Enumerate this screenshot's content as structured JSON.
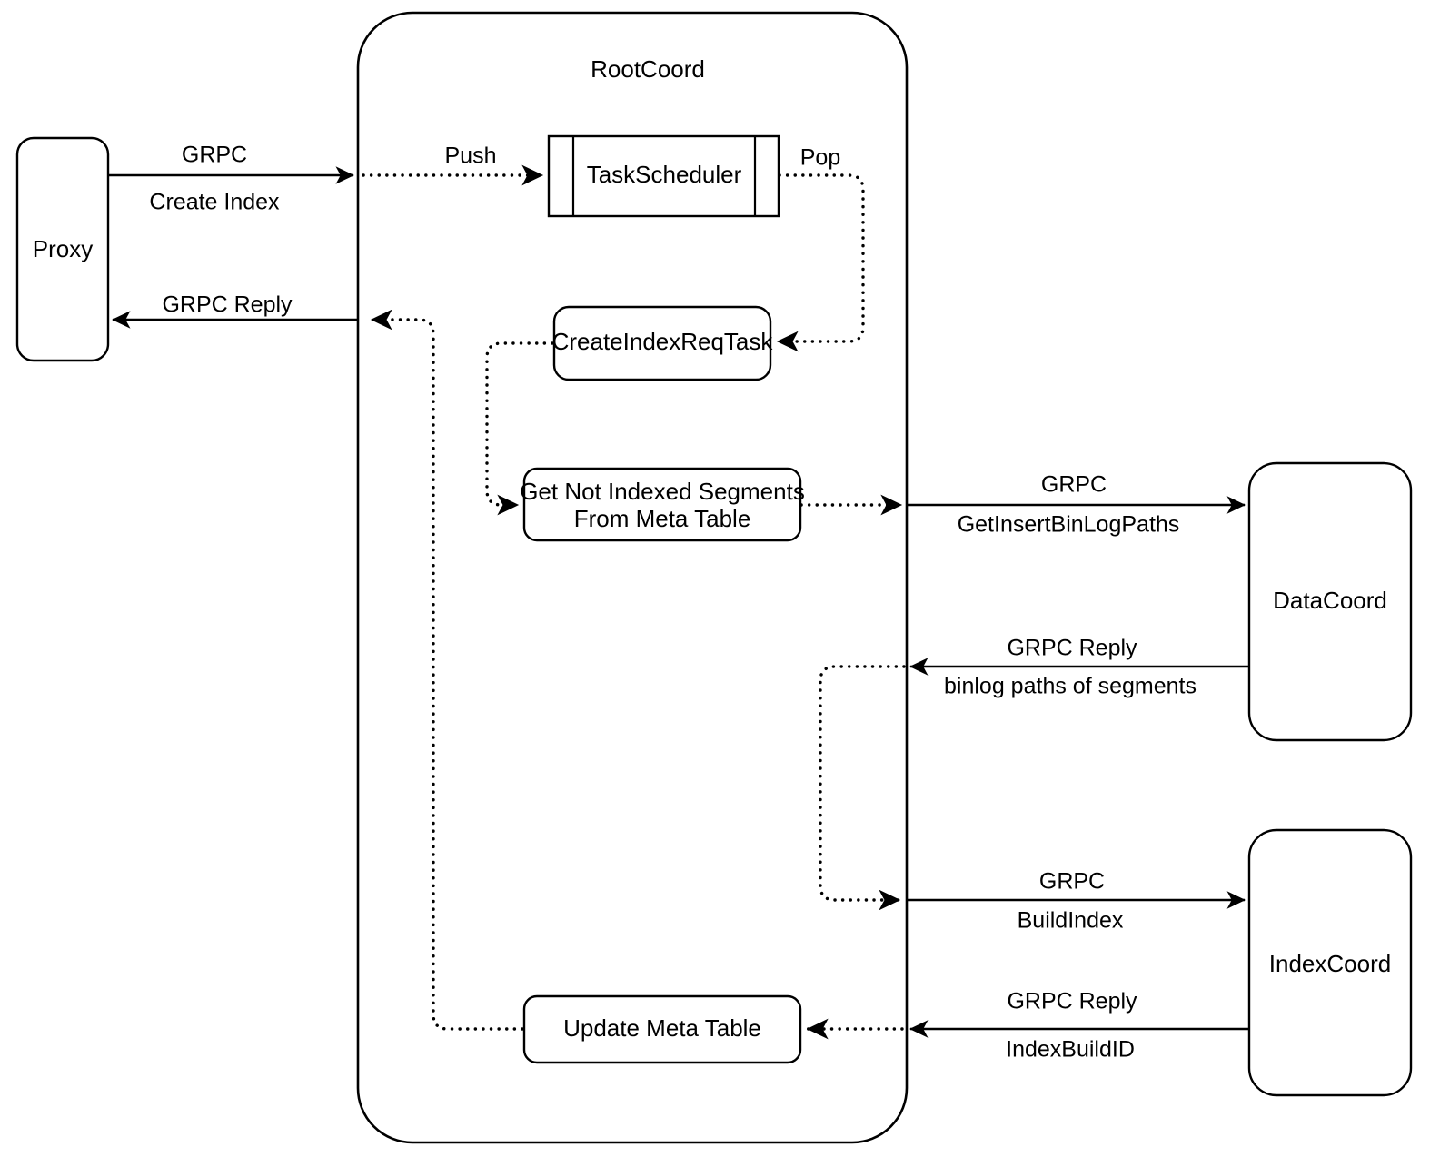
{
  "diagram": {
    "title": "RootCoord Create Index Flow",
    "background_color": "#ffffff",
    "stroke_color": "#000000",
    "containers": [
      {
        "id": "rootcoord",
        "label": "RootCoord"
      }
    ],
    "nodes": [
      {
        "id": "proxy",
        "label": "Proxy",
        "shape": "rounded-rect"
      },
      {
        "id": "task_scheduler",
        "label": "TaskScheduler",
        "shape": "queue"
      },
      {
        "id": "create_index_req_task",
        "label": "CreateIndexReqTask",
        "shape": "rounded-rect"
      },
      {
        "id": "get_not_indexed_segments",
        "label_line1": "Get Not Indexed Segments",
        "label_line2": "From Meta Table",
        "shape": "rounded-rect"
      },
      {
        "id": "update_meta_table",
        "label": "Update Meta Table",
        "shape": "rounded-rect"
      },
      {
        "id": "datacoord",
        "label": "DataCoord",
        "shape": "rounded-rect"
      },
      {
        "id": "indexcoord",
        "label": "IndexCoord",
        "shape": "rounded-rect"
      }
    ],
    "edges": [
      {
        "id": "proxy-to-rootcoord",
        "line1": "GRPC",
        "line2": "Create Index",
        "style": "solid",
        "direction": "right"
      },
      {
        "id": "rootcoord-to-proxy",
        "line1": "GRPC Reply",
        "line2": "",
        "style": "solid",
        "direction": "left"
      },
      {
        "id": "push-to-scheduler",
        "line1": "Push",
        "line2": "",
        "style": "dotted",
        "direction": "right"
      },
      {
        "id": "pop-from-scheduler",
        "line1": "Pop",
        "line2": "",
        "style": "dotted",
        "direction": "left"
      },
      {
        "id": "task-to-segments",
        "line1": "",
        "line2": "",
        "style": "dotted",
        "direction": "down"
      },
      {
        "id": "segments-to-datacoord",
        "line1": "GRPC",
        "line2": "GetInsertBinLogPaths",
        "style": "solid",
        "direction": "right"
      },
      {
        "id": "datacoord-reply",
        "line1": "GRPC Reply",
        "line2": "binlog paths of segments",
        "style": "solid",
        "direction": "left"
      },
      {
        "id": "to-indexcoord",
        "line1": "GRPC",
        "line2": "BuildIndex",
        "style": "solid",
        "direction": "right"
      },
      {
        "id": "indexcoord-reply",
        "line1": "GRPC Reply",
        "line2": "IndexBuildID",
        "style": "solid",
        "direction": "left"
      },
      {
        "id": "update-meta-to-proxy-reply",
        "line1": "",
        "line2": "",
        "style": "dotted",
        "direction": "up"
      }
    ]
  }
}
